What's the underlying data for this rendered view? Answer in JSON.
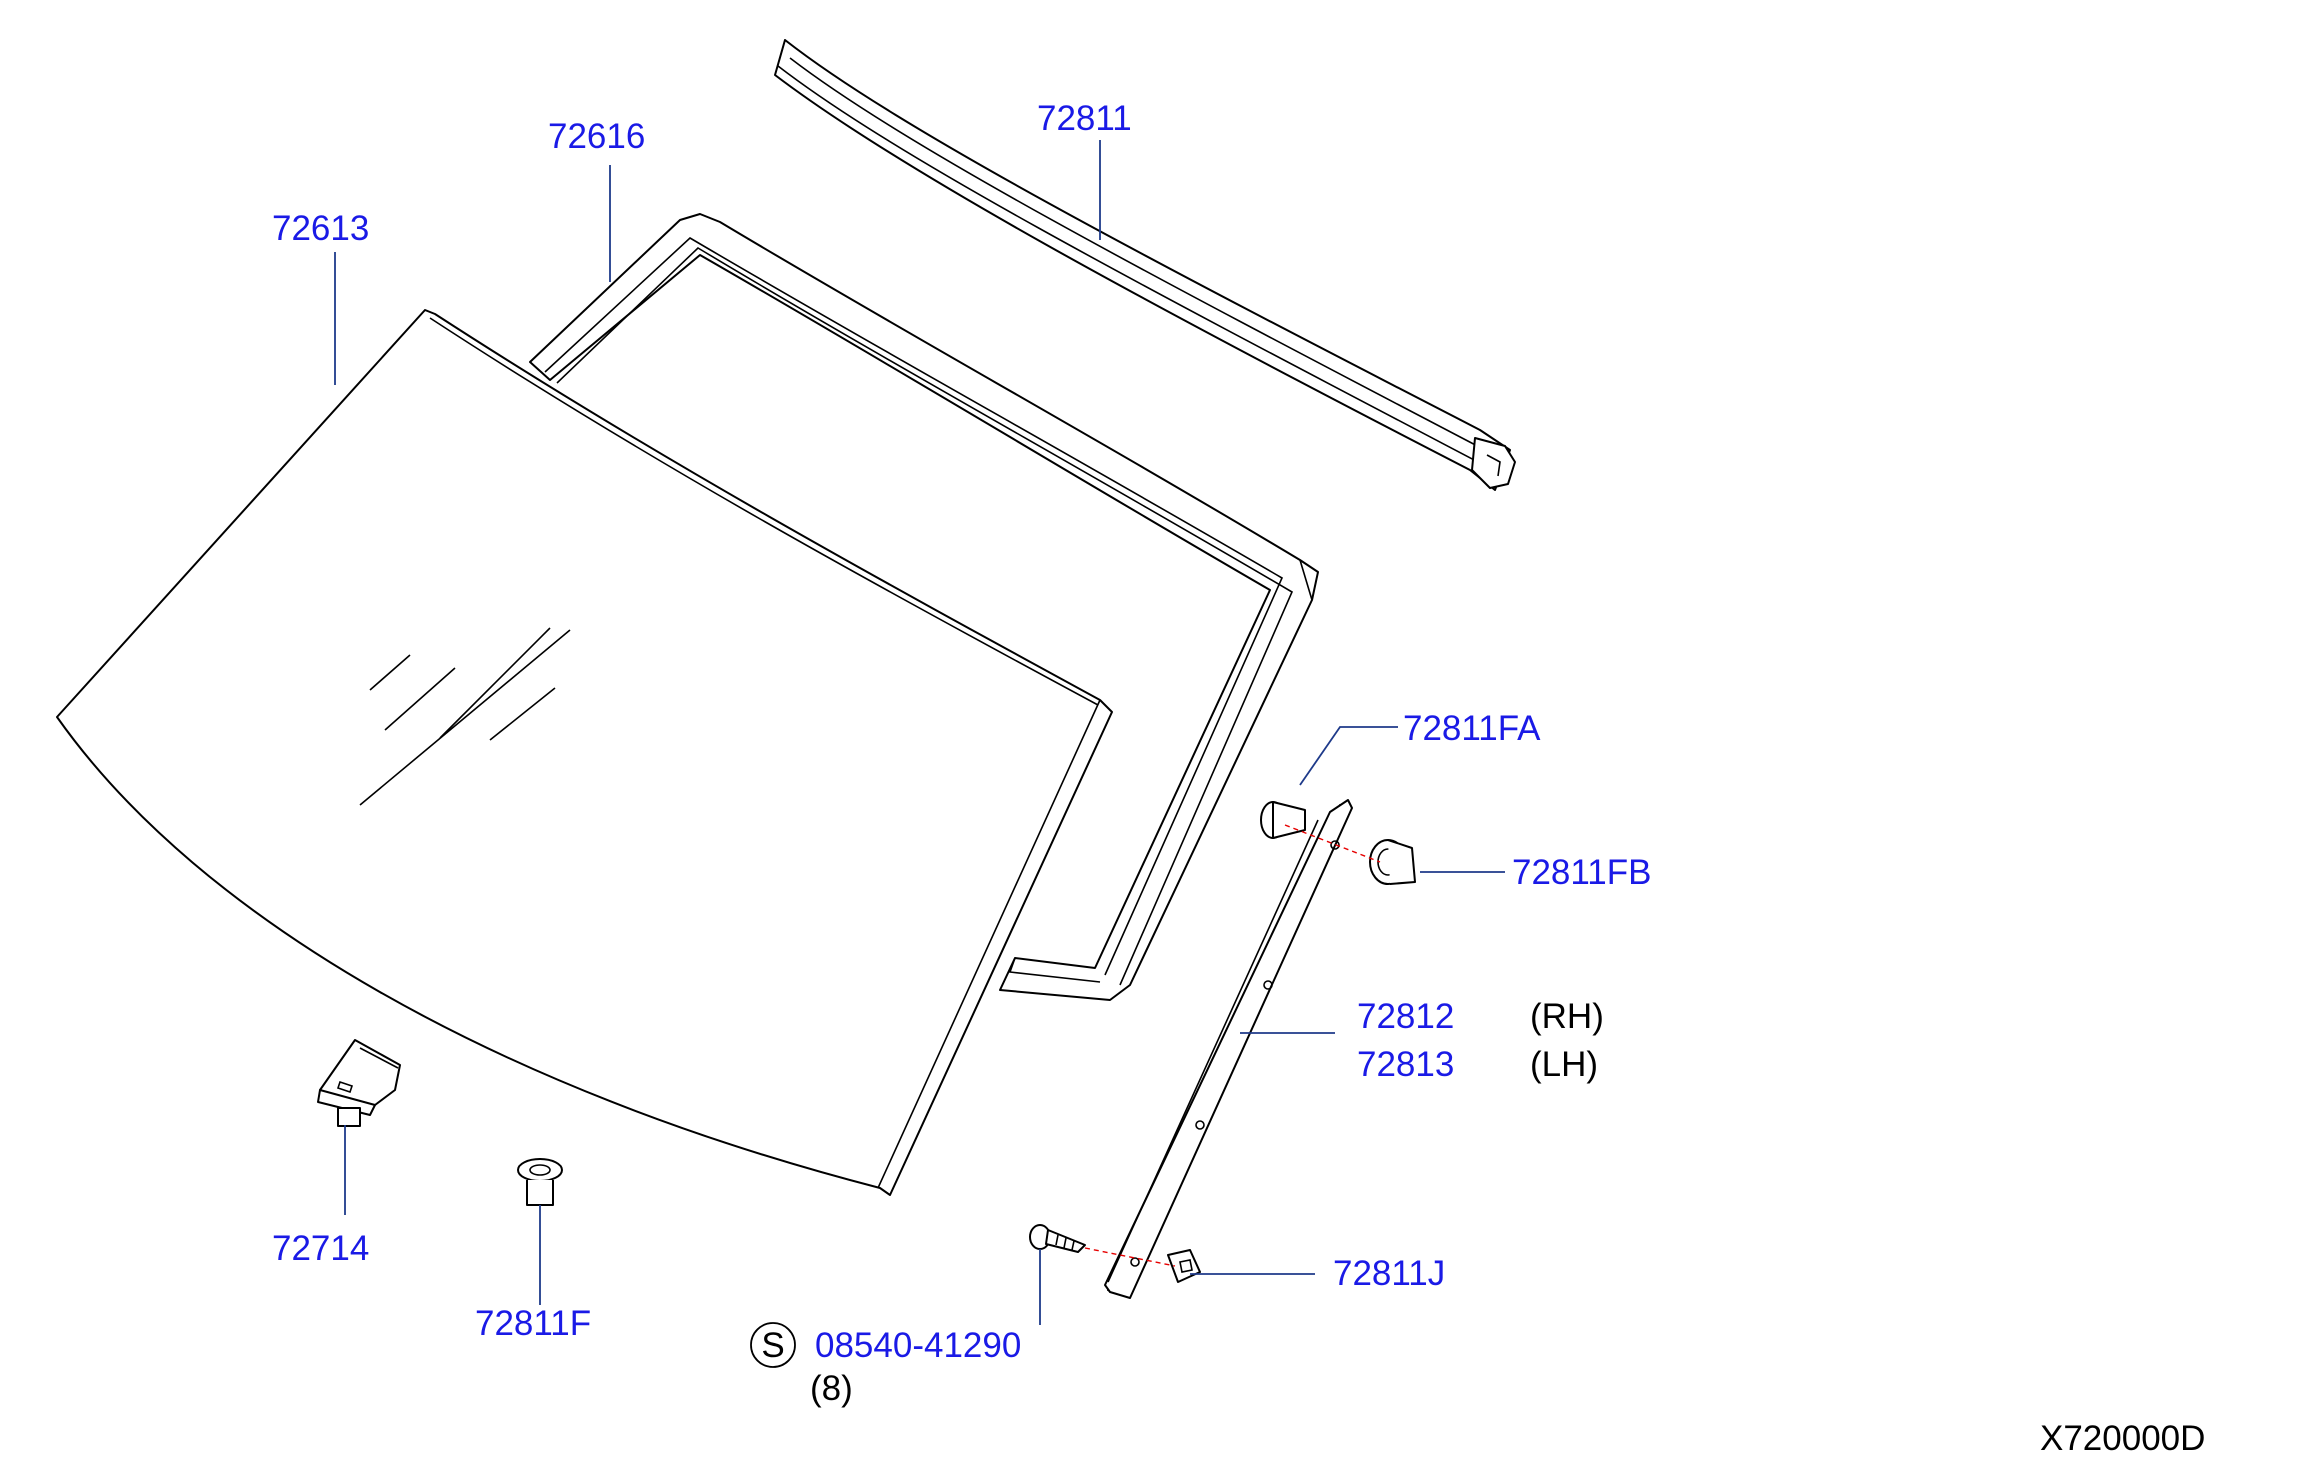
{
  "diagram_code": "X720000D",
  "colors": {
    "label": "#1a1ae6",
    "leader": "#1e3a8a",
    "centerline": "#e60000",
    "drawing": "#000000"
  },
  "parts": {
    "windshield_glass": {
      "number": "72613"
    },
    "dam_rubber": {
      "number": "72616"
    },
    "upper_molding": {
      "number": "72811"
    },
    "clip_fa": {
      "number": "72811FA"
    },
    "grommet_fb": {
      "number": "72811FB"
    },
    "side_molding_rh": {
      "number": "72812",
      "side": "(RH)"
    },
    "side_molding_lh": {
      "number": "72813",
      "side": "(LH)"
    },
    "bracket": {
      "number": "72714"
    },
    "spacer": {
      "number": "72811F"
    },
    "screw": {
      "symbol": "S",
      "number": "08540-41290",
      "quantity": "(8)"
    },
    "clip_j": {
      "number": "72811J"
    }
  }
}
